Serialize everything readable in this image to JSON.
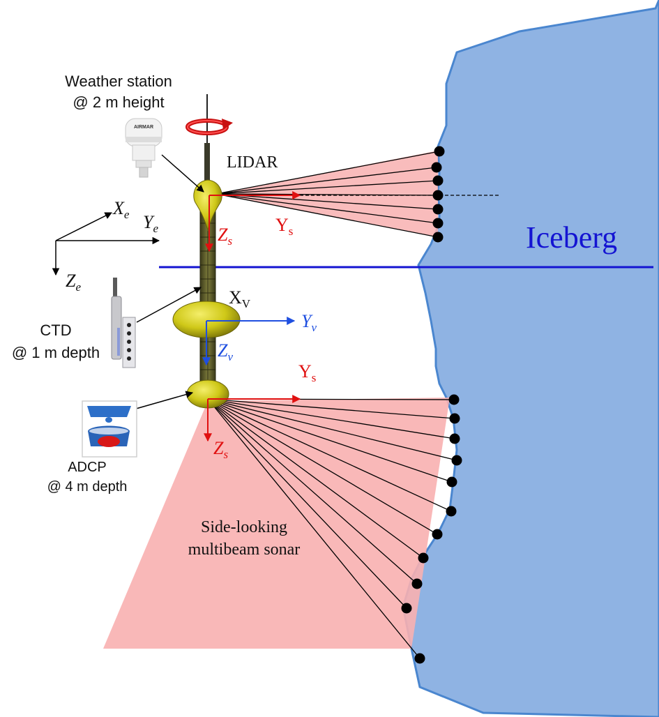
{
  "labels": {
    "weather_line1": "Weather station",
    "weather_line2": "@ 2 m height",
    "lidar": "LIDAR",
    "iceberg": "Iceberg",
    "ctd_line1": "CTD",
    "ctd_line2": "@ 1 m depth",
    "adcp_line1": "ADCP",
    "adcp_line2": "@ 4 m depth",
    "sonar_line1": "Side-looking",
    "sonar_line2": "multibeam sonar",
    "airmar": "AIRMAR"
  },
  "axes": {
    "earth": {
      "x": "X",
      "x_sub": "e",
      "y": "Y",
      "y_sub": "e",
      "z": "Z",
      "z_sub": "e"
    },
    "lidar": {
      "y": "Y",
      "y_sub": "s",
      "z": "Z",
      "z_sub": "s"
    },
    "vehicle": {
      "x": "X",
      "x_sub": "V",
      "y": "Y",
      "y_sub": "v",
      "z": "Z",
      "z_sub": "v"
    },
    "sonar": {
      "y": "Y",
      "y_sub": "s",
      "z": "Z",
      "z_sub": "s"
    }
  },
  "colors": {
    "iceberg_fill": "#8fb3e3",
    "iceberg_edge": "#4a86cf",
    "water_line": "#1414d2",
    "beam_fill": "#f8b0b0",
    "sensor_frame_red": "#e01010",
    "vehicle_frame_blue": "#1f4fe0",
    "buoy_yellow": "#d8d21a"
  },
  "icons": [
    "weather-station-icon",
    "ctd-probe-icon",
    "adcp-icon",
    "rotation-arrow-icon"
  ]
}
